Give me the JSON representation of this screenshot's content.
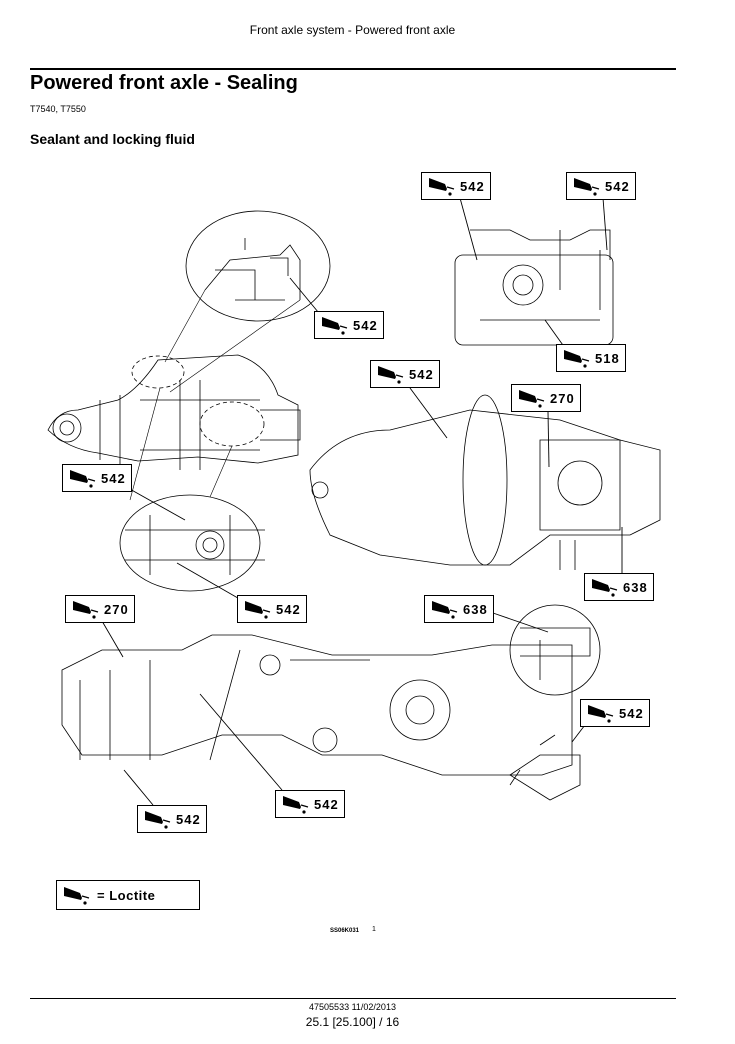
{
  "header": {
    "running_title": "Front axle system - Powered front axle"
  },
  "page": {
    "title": "Powered front axle - Sealing",
    "models": "T7540, T7550",
    "section_heading": "Sealant and locking fluid"
  },
  "callouts": [
    {
      "id": "c1",
      "number": "542",
      "icon": "loctite-bottle-icon"
    },
    {
      "id": "c2",
      "number": "542",
      "icon": "loctite-bottle-icon"
    },
    {
      "id": "c3",
      "number": "542",
      "icon": "loctite-bottle-icon"
    },
    {
      "id": "c4",
      "number": "518",
      "icon": "loctite-bottle-icon"
    },
    {
      "id": "c5",
      "number": "542",
      "icon": "loctite-bottle-icon"
    },
    {
      "id": "c6",
      "number": "270",
      "icon": "loctite-bottle-icon"
    },
    {
      "id": "c7",
      "number": "542",
      "icon": "loctite-bottle-icon"
    },
    {
      "id": "c8",
      "number": "638",
      "icon": "loctite-bottle-icon"
    },
    {
      "id": "c9",
      "number": "270",
      "icon": "loctite-bottle-icon"
    },
    {
      "id": "c10",
      "number": "542",
      "icon": "loctite-bottle-icon"
    },
    {
      "id": "c11",
      "number": "638",
      "icon": "loctite-bottle-icon"
    },
    {
      "id": "c12",
      "number": "542",
      "icon": "loctite-bottle-icon"
    },
    {
      "id": "c13",
      "number": "542",
      "icon": "loctite-bottle-icon"
    },
    {
      "id": "c14",
      "number": "542",
      "icon": "loctite-bottle-icon"
    }
  ],
  "legend": {
    "label": "= Loctite",
    "icon": "loctite-bottle-icon"
  },
  "figure": {
    "id": "SS06K031",
    "number": "1"
  },
  "footer": {
    "doc_line": "47505533 11/02/2013",
    "page_line": "25.1 [25.100] / 16"
  }
}
